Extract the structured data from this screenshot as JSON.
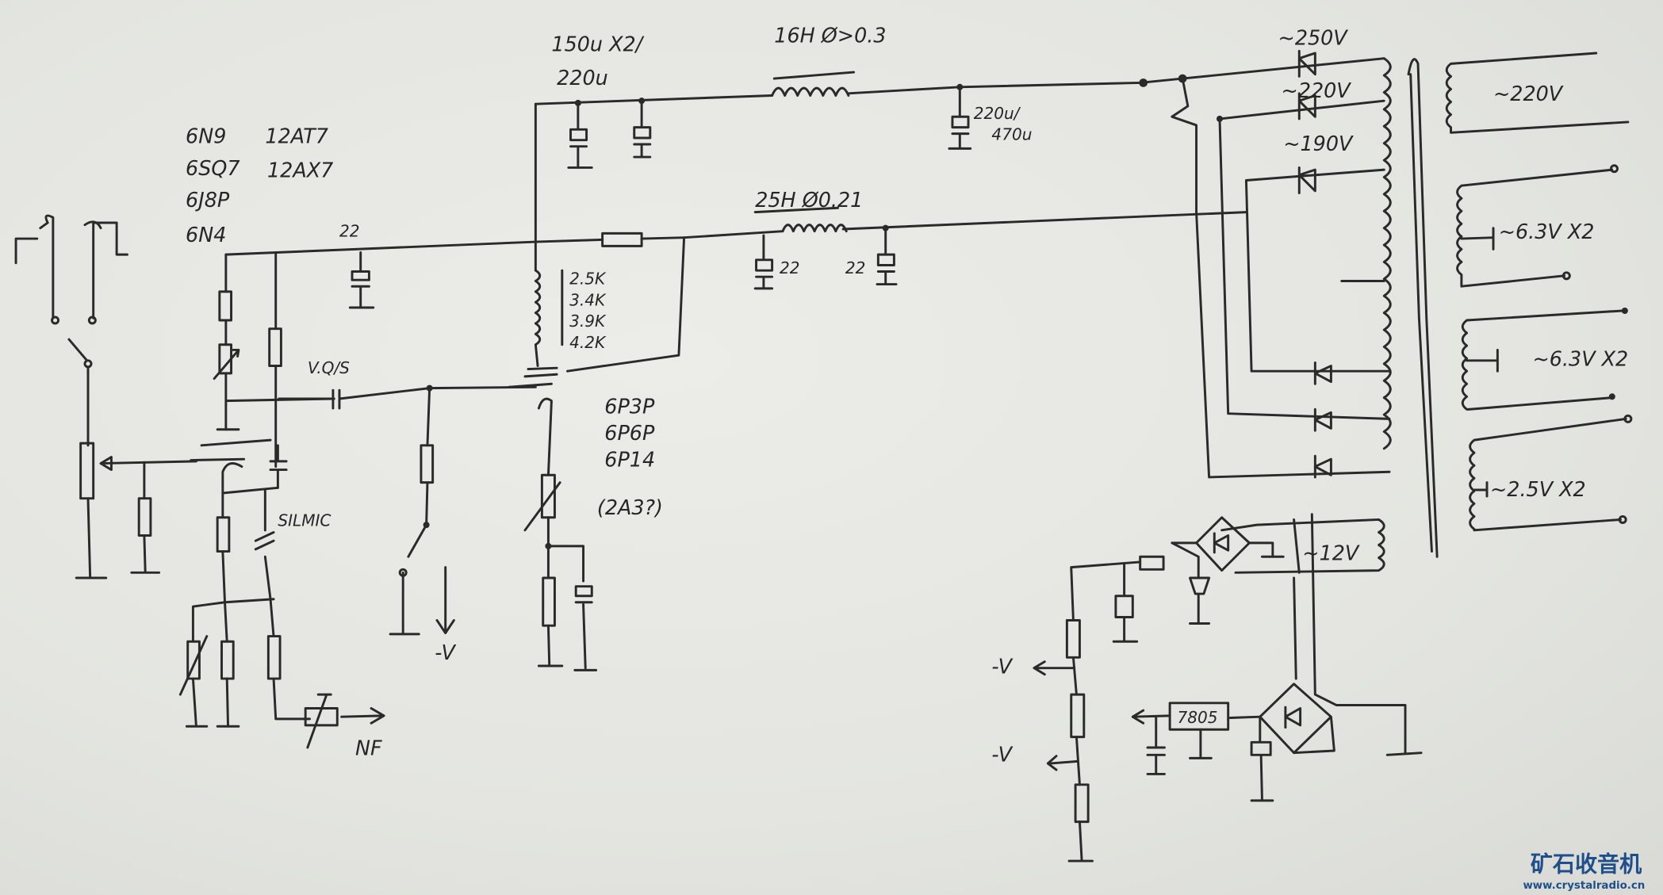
{
  "preamp": {
    "tubes_col1": [
      "6N9",
      "6SQ7",
      "6J8P",
      "6N4"
    ],
    "tubes_col2": [
      "12AT7",
      "12AX7"
    ],
    "decoupling_cap": "22",
    "coupling_cap": "V.Q/S",
    "cathode_cap": "SILMIC",
    "feedback": "NF",
    "bias_out_label": "-V"
  },
  "output_stage": {
    "transformer_taps": [
      "2.5K",
      "3.4K",
      "3.9K",
      "4.2K"
    ],
    "tubes": [
      "6P3P",
      "6P6P",
      "6P14",
      "(2A3?)"
    ]
  },
  "power_supply": {
    "filter_caps_1": "150u X2/",
    "filter_caps_1b": "220u",
    "choke_1": "16H Ø>0.3",
    "filter_cap_2": "220u/",
    "filter_cap_2b": "470u",
    "choke_2": "25H Ø0.21",
    "cap_a": "22",
    "cap_b": "22",
    "taps": [
      "~250V",
      "~220V",
      "~190V"
    ],
    "primary": "~220V",
    "heaters": [
      "~6.3V X2",
      "~6.3V X2",
      "~2.5V X2"
    ],
    "aux_winding": "~12V",
    "regulator": "7805",
    "neg_outputs": [
      "-V",
      "-V"
    ]
  },
  "watermark": {
    "title": "矿石收音机",
    "url": "www.crystalradio.cn"
  },
  "colors": {
    "ink": "#2a2a2a",
    "paper": "#e6e6e1",
    "watermark": "#1f4f8a"
  }
}
